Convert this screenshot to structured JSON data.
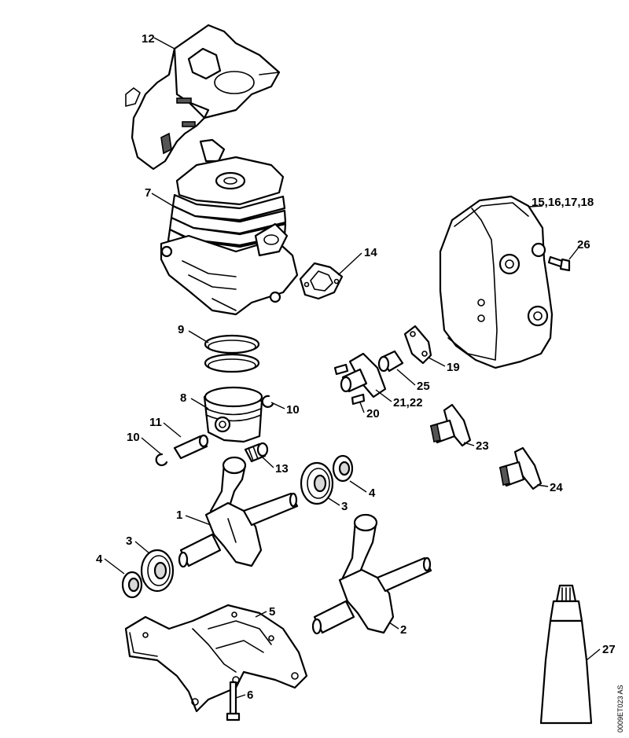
{
  "callouts": {
    "c12": "12",
    "c7": "7",
    "c15": "15,16,17,18",
    "c14": "14",
    "c26": "26",
    "c9": "9",
    "c19": "19",
    "c25": "25",
    "c8": "8",
    "c10a": "10",
    "c21": "21,22",
    "c20": "20",
    "c11": "11",
    "c10b": "10",
    "c23": "23",
    "c13": "13",
    "c4a": "4",
    "c3a": "3",
    "c24": "24",
    "c1": "1",
    "c3b": "3",
    "c4b": "4",
    "c5": "5",
    "c2": "2",
    "c27": "27",
    "c6": "6"
  },
  "doc_reference": "0009ET023 AS"
}
